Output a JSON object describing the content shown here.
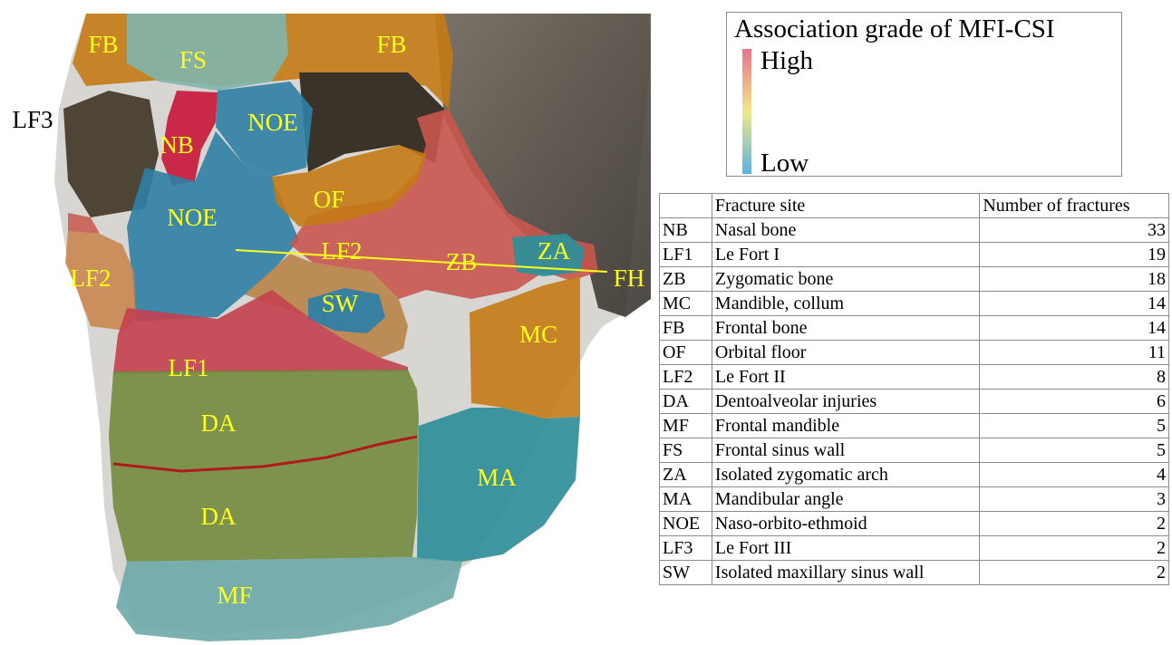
{
  "legend": {
    "title": "Association grade of MFI-CSI",
    "high_label": "High",
    "low_label": "Low",
    "high_color": "#e8738f",
    "mid_color": "#f0e88a",
    "low_color": "#5ab4e0"
  },
  "figure": {
    "region_labels": {
      "fb_left": "FB",
      "fb_right": "FB",
      "fs": "FS",
      "nb": "NB",
      "noe_upper": "NOE",
      "noe_lower": "NOE",
      "of": "OF",
      "lf2_left": "LF2",
      "lf2_center": "LF2",
      "zb": "ZB",
      "za": "ZA",
      "sw": "SW",
      "mc": "MC",
      "lf1": "LF1",
      "da_upper": "DA",
      "da_lower": "DA",
      "ma": "MA",
      "mf": "MF"
    },
    "outside_labels": {
      "lf3": "LF3",
      "fh": "FH"
    },
    "region_colors": {
      "high": "#d13a4f",
      "mid_high": "#c9574e",
      "orange": "#c47a14",
      "green": "#6f8a3a",
      "teal": "#2f8f99",
      "blue": "#2f7fa5",
      "light_teal": "#6ea8a8"
    }
  },
  "table": {
    "headers": [
      "",
      "Fracture site",
      "Number of fractures"
    ],
    "rows": [
      {
        "code": "NB",
        "site": "Nasal bone",
        "count": "33"
      },
      {
        "code": "LF1",
        "site": "Le Fort I",
        "count": "19"
      },
      {
        "code": "ZB",
        "site": "Zygomatic bone",
        "count": "18"
      },
      {
        "code": "MC",
        "site": "Mandible, collum",
        "count": "14"
      },
      {
        "code": "FB",
        "site": "Frontal bone",
        "count": "14"
      },
      {
        "code": "OF",
        "site": "Orbital floor",
        "count": "11"
      },
      {
        "code": "LF2",
        "site": "Le Fort II",
        "count": "8"
      },
      {
        "code": "DA",
        "site": "Dentoalveolar injuries",
        "count": "6"
      },
      {
        "code": "MF",
        "site": "Frontal mandible",
        "count": "5"
      },
      {
        "code": "FS",
        "site": "Frontal sinus wall",
        "count": "5"
      },
      {
        "code": "ZA",
        "site": "Isolated zygomatic arch",
        "count": "4"
      },
      {
        "code": "MA",
        "site": "Mandibular angle",
        "count": "3"
      },
      {
        "code": "NOE",
        "site": "Naso-orbito-ethmoid",
        "count": "2"
      },
      {
        "code": "LF3",
        "site": "Le Fort III",
        "count": "2"
      },
      {
        "code": "SW",
        "site": "Isolated maxillary sinus wall",
        "count": "2"
      }
    ]
  }
}
